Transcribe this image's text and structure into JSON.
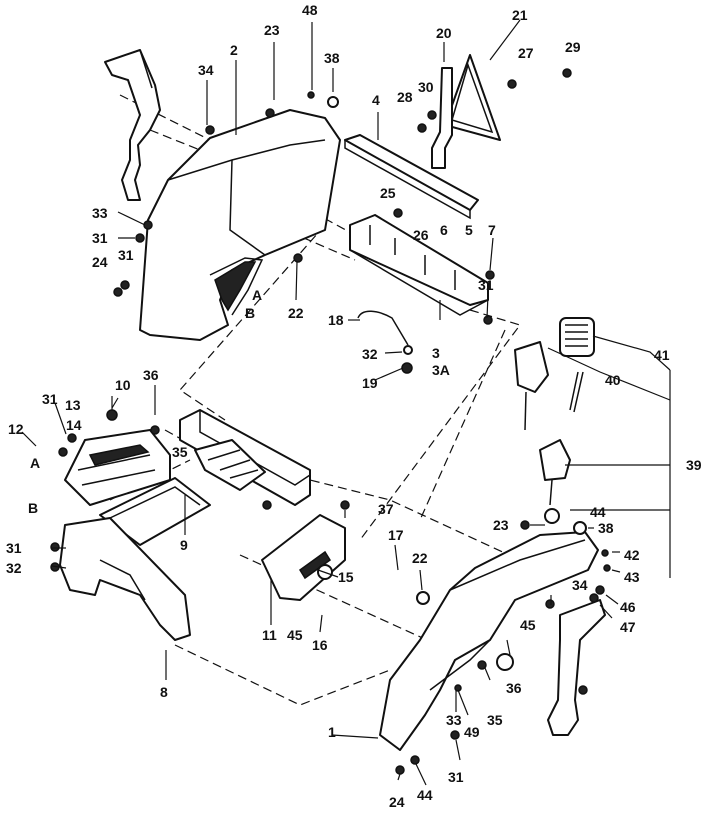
{
  "diagram": {
    "callouts": {
      "c1": "1",
      "c2": "2",
      "c3": "3",
      "c3a": "3A",
      "c4": "4",
      "c5": "5",
      "c6": "6",
      "c7": "7",
      "c8": "8",
      "c9": "9",
      "c10": "10",
      "c11": "11",
      "c12": "12",
      "c13": "13",
      "c14": "14",
      "c15": "15",
      "c16": "16",
      "c17": "17",
      "c18": "18",
      "c19": "19",
      "c20": "20",
      "c21": "21",
      "c22a": "22",
      "c22b": "22",
      "c23a": "23",
      "c23b": "23",
      "c24a": "24",
      "c24b": "24",
      "c25": "25",
      "c26": "26",
      "c27": "27",
      "c28": "28",
      "c29": "29",
      "c30": "30",
      "c31a": "31",
      "c31b": "31",
      "c31c": "31",
      "c31d": "31",
      "c31e": "31",
      "c31f": "31",
      "c32a": "32",
      "c32b": "32",
      "c33a": "33",
      "c33b": "33",
      "c34a": "34",
      "c34b": "34",
      "c35a": "35",
      "c35b": "35",
      "c36a": "36",
      "c36b": "36",
      "c37": "37",
      "c38a": "38",
      "c38b": "38",
      "c39": "39",
      "c40": "40",
      "c41": "41",
      "c42": "42",
      "c43": "43",
      "c44a": "44",
      "c44b": "44",
      "c45a": "45",
      "c45b": "45",
      "c46": "46",
      "c47": "47",
      "c48": "48",
      "c49": "49",
      "refA1": "A",
      "refB1": "B",
      "refA2": "A",
      "refB2": "B"
    }
  }
}
